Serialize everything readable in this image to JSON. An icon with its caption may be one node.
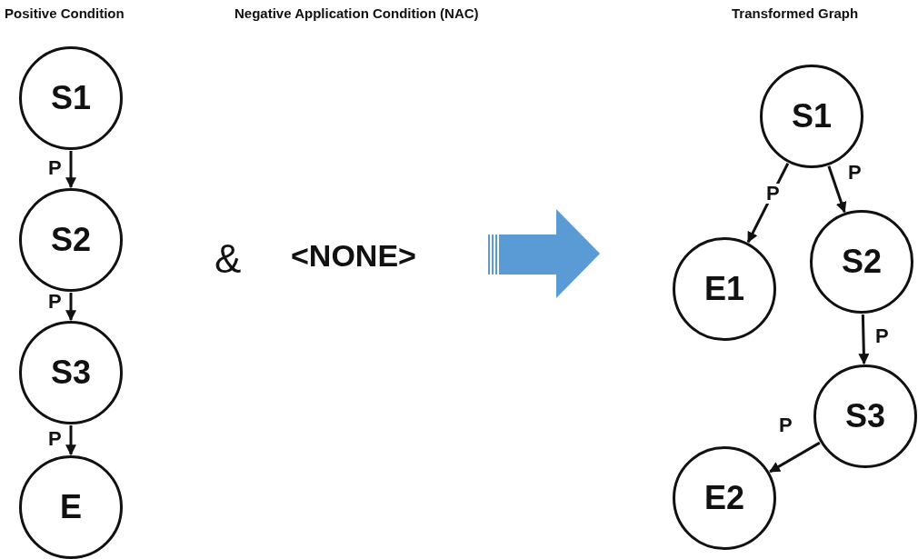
{
  "diagram": {
    "nodes": [
      {
        "text": [
          "S1"
        ]
      },
      {
        "text": [
          "S2"
        ]
      },
      {
        "text": [
          "S3"
        ]
      },
      {
        "text": [
          "E"
        ]
      },
      {
        "text": [
          "S1"
        ]
      },
      {
        "text": [
          "E1"
        ]
      },
      {
        "text": [
          "S2"
        ]
      },
      {
        "text": [
          "S3"
        ]
      },
      {
        "text": [
          "E2"
        ]
      }
    ],
    "edges": [
      {
        "from": 0,
        "to": 1,
        "arrow": "to",
        "label": "P"
      },
      {
        "from": 1,
        "to": 2,
        "arrow": "to",
        "label": "P"
      },
      {
        "from": 2,
        "to": 3,
        "arrow": "to",
        "label": "P"
      },
      {
        "from": 4,
        "to": 5,
        "arrow": "to",
        "label": "P"
      },
      {
        "from": 4,
        "to": 6,
        "arrow": "to",
        "label": "P"
      },
      {
        "from": 6,
        "to": 7,
        "arrow": "to",
        "label": "P"
      },
      {
        "from": 7,
        "to": 8,
        "arrow": "to",
        "label": "P"
      }
    ],
    "labels": [
      "Positive Condition",
      "Negative Application Condition (NAC)",
      "Transformed Graph",
      "&",
      "<NONE>"
    ]
  }
}
